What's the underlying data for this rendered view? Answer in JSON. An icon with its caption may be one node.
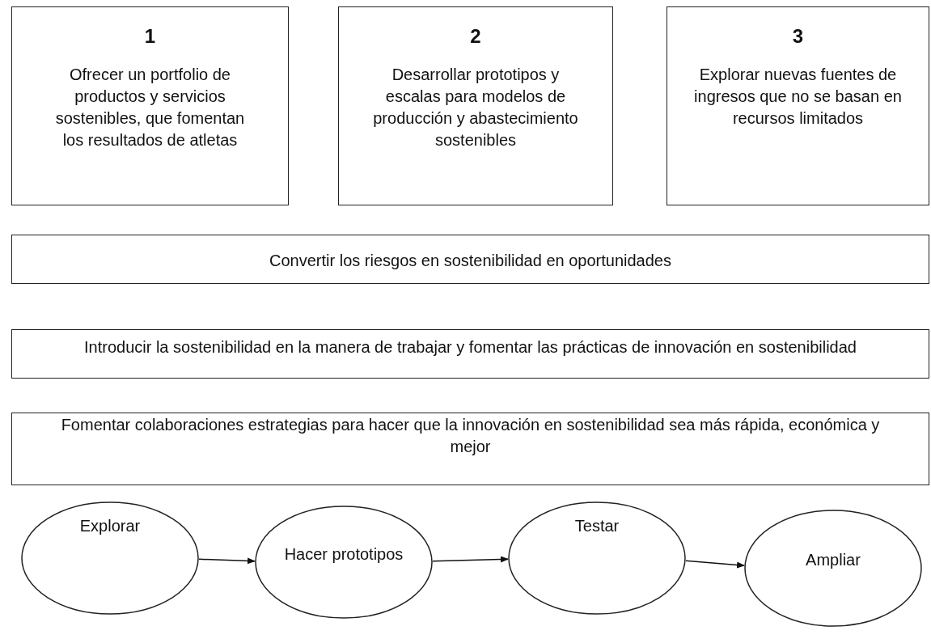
{
  "diagram": {
    "nodes": [
      {
        "text": [
          "1",
          "Ofrecer un portfolio de productos y servicios sostenibles, que fomentan los resultados de atletas"
        ]
      },
      {
        "text": [
          "2",
          "Desarrollar prototipos y escalas para modelos de producción y abastecimiento sostenibles"
        ]
      },
      {
        "text": [
          "3",
          "Explorar nuevas fuentes de ingresos que no se basan en recursos limitados"
        ]
      },
      {
        "text": [
          "Convertir los riesgos en sostenibilidad en oportunidades"
        ]
      },
      {
        "text": [
          "Introducir la sostenibilidad en la manera de trabajar y fomentar las prácticas de innovación en sostenibilidad"
        ]
      },
      {
        "text": [
          "Fomentar colaboraciones estrategias para hacer que la innovación en sostenibilidad sea más rápida, económica y mejor"
        ]
      },
      {
        "text": [
          "Explorar"
        ]
      },
      {
        "text": [
          "Hacer prototipos"
        ]
      },
      {
        "text": [
          "Testar"
        ]
      },
      {
        "text": [
          "Ampliar"
        ]
      }
    ],
    "edges": [
      {
        "from": 6,
        "to": 7,
        "arrow": "to"
      },
      {
        "from": 7,
        "to": 8,
        "arrow": "to"
      },
      {
        "from": 8,
        "to": 9,
        "arrow": "to"
      }
    ]
  }
}
